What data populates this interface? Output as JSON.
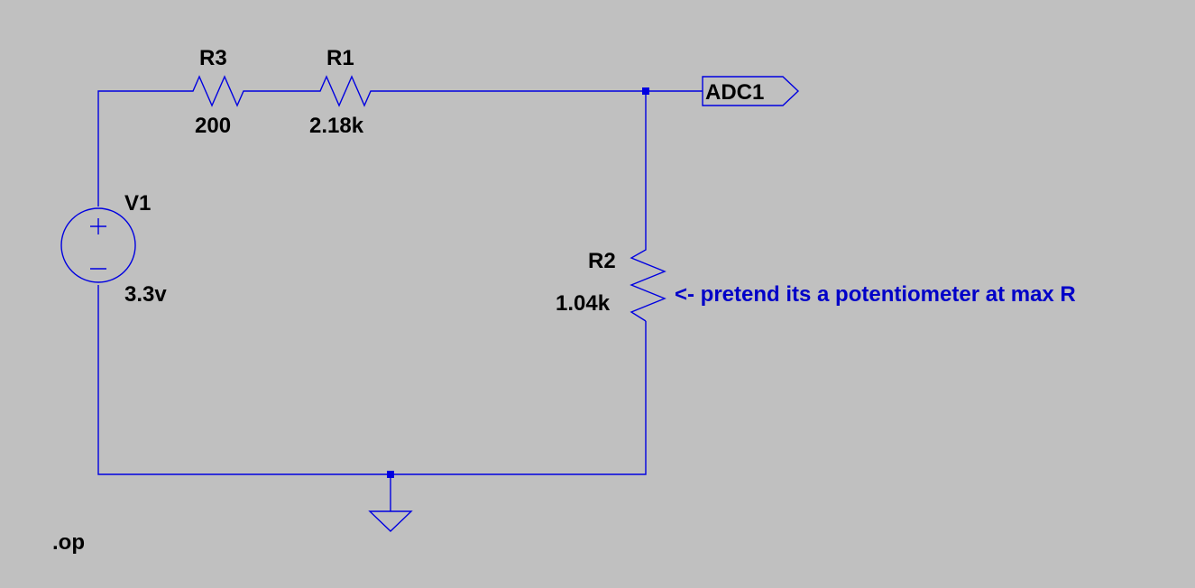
{
  "schematic": {
    "components": {
      "r3": {
        "name": "R3",
        "value": "200"
      },
      "r1": {
        "name": "R1",
        "value": "2.18k"
      },
      "r2": {
        "name": "R2",
        "value": "1.04k"
      },
      "v1": {
        "name": "V1",
        "value": "3.3v"
      }
    },
    "net_label": "ADC1",
    "comment": "<- pretend its a potentiometer at max R",
    "directive": ".op"
  },
  "colors": {
    "background": "#c0c0c0",
    "wire": "#0000e0",
    "comment_text": "#0000c8",
    "label_text": "#000000"
  }
}
